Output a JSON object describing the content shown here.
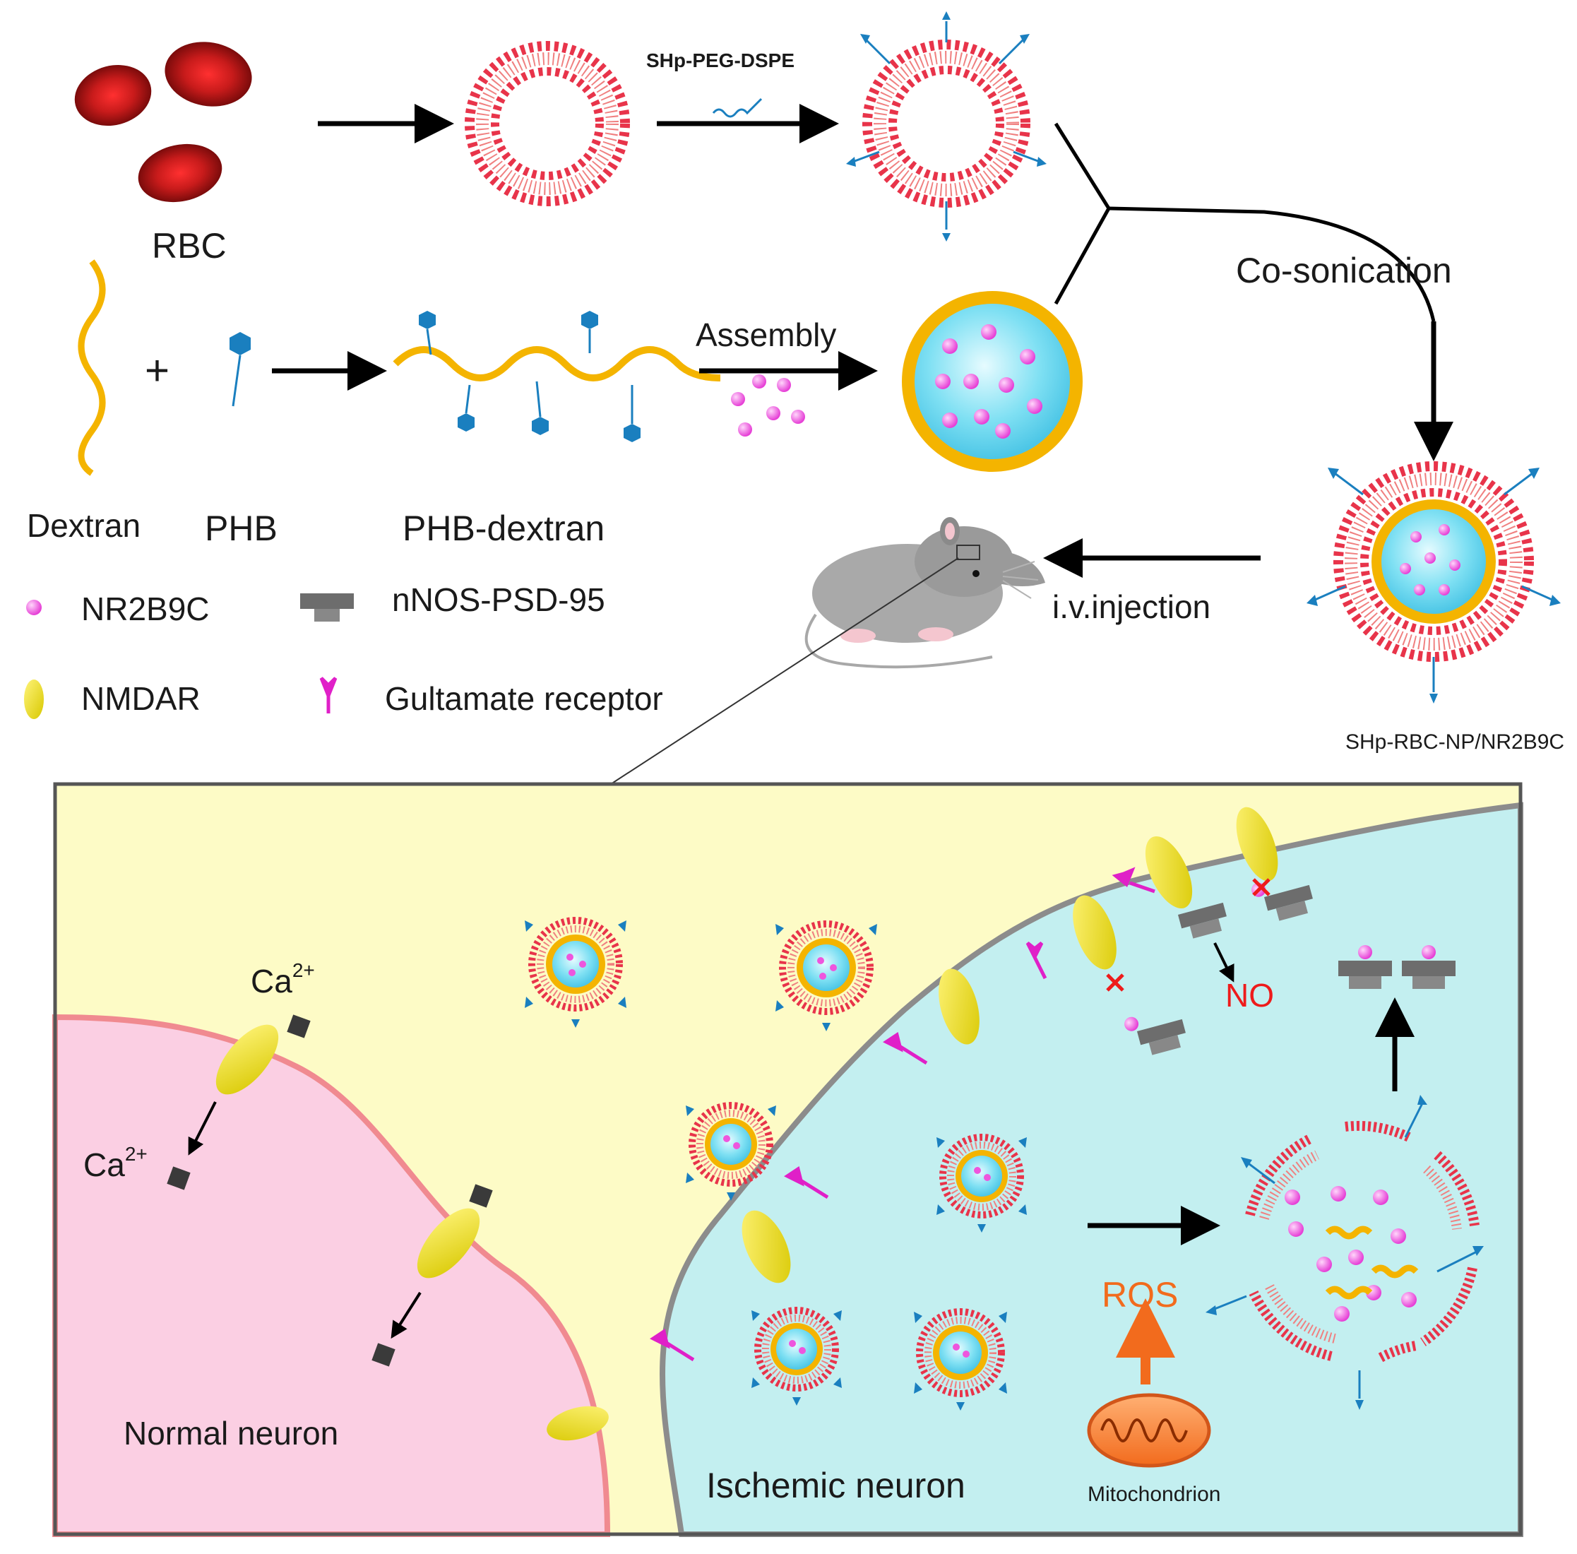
{
  "labels": {
    "rbc": "RBC",
    "shp_peg_dspe": "SHp-PEG-DSPE",
    "co_sonication": "Co-sonication",
    "assembly": "Assembly",
    "dextran": "Dextran",
    "phb": "PHB",
    "phb_dextran": "PHB-dextran",
    "iv_injection": "i.v.injection",
    "final_np": "SHp-RBC-NP/NR2B9C",
    "normal_neuron": "Normal neuron",
    "ischemic_neuron": "Ischemic neuron",
    "mitochondrion": "Mitochondrion",
    "ros": "ROS",
    "no": "NO",
    "ca_base": "Ca",
    "ca_charge": "2+"
  },
  "legend": [
    {
      "icon": "pink-sphere-icon",
      "text": "NR2B9C"
    },
    {
      "icon": "gray-complex-icon",
      "text": "nNOS-PSD-95"
    },
    {
      "icon": "yellow-ellipse-icon",
      "text": "NMDAR"
    },
    {
      "icon": "magenta-receptor-icon",
      "text": "Gultamate receptor"
    }
  ],
  "colors": {
    "rbc_red": "#b01818",
    "lipid_head": "#e8344a",
    "core_cyan": "#6fd8ef",
    "dextran_yellow": "#f4b400",
    "phb_blue": "#1a7fbf",
    "nr2b9c_pink": "#ee55dd",
    "normal_neuron_bg": "#fbcfe3",
    "extracellular_bg": "#fdfbc6",
    "ischemic_neuron_bg": "#c3eff0",
    "ros_orange": "#f26b1d",
    "no_red": "#ee1b1b"
  }
}
